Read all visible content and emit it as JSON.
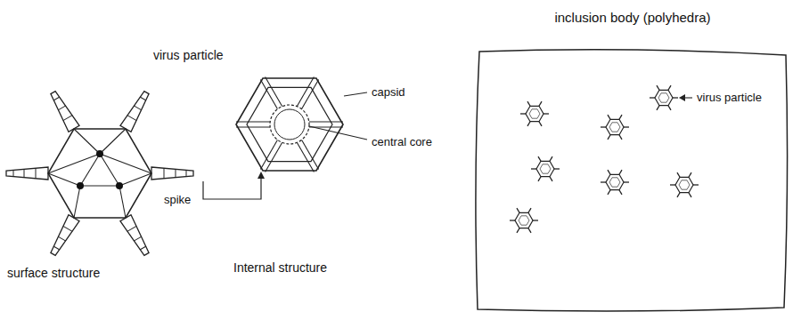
{
  "diagram": {
    "nodes": [
      {
        "text": [
          "inclusion body (polyhedra)",
          "virus particle"
        ]
      }
    ],
    "labels": [
      "virus particle",
      "spike",
      "capsid",
      "central core",
      "surface structure",
      "Internal structure"
    ]
  }
}
